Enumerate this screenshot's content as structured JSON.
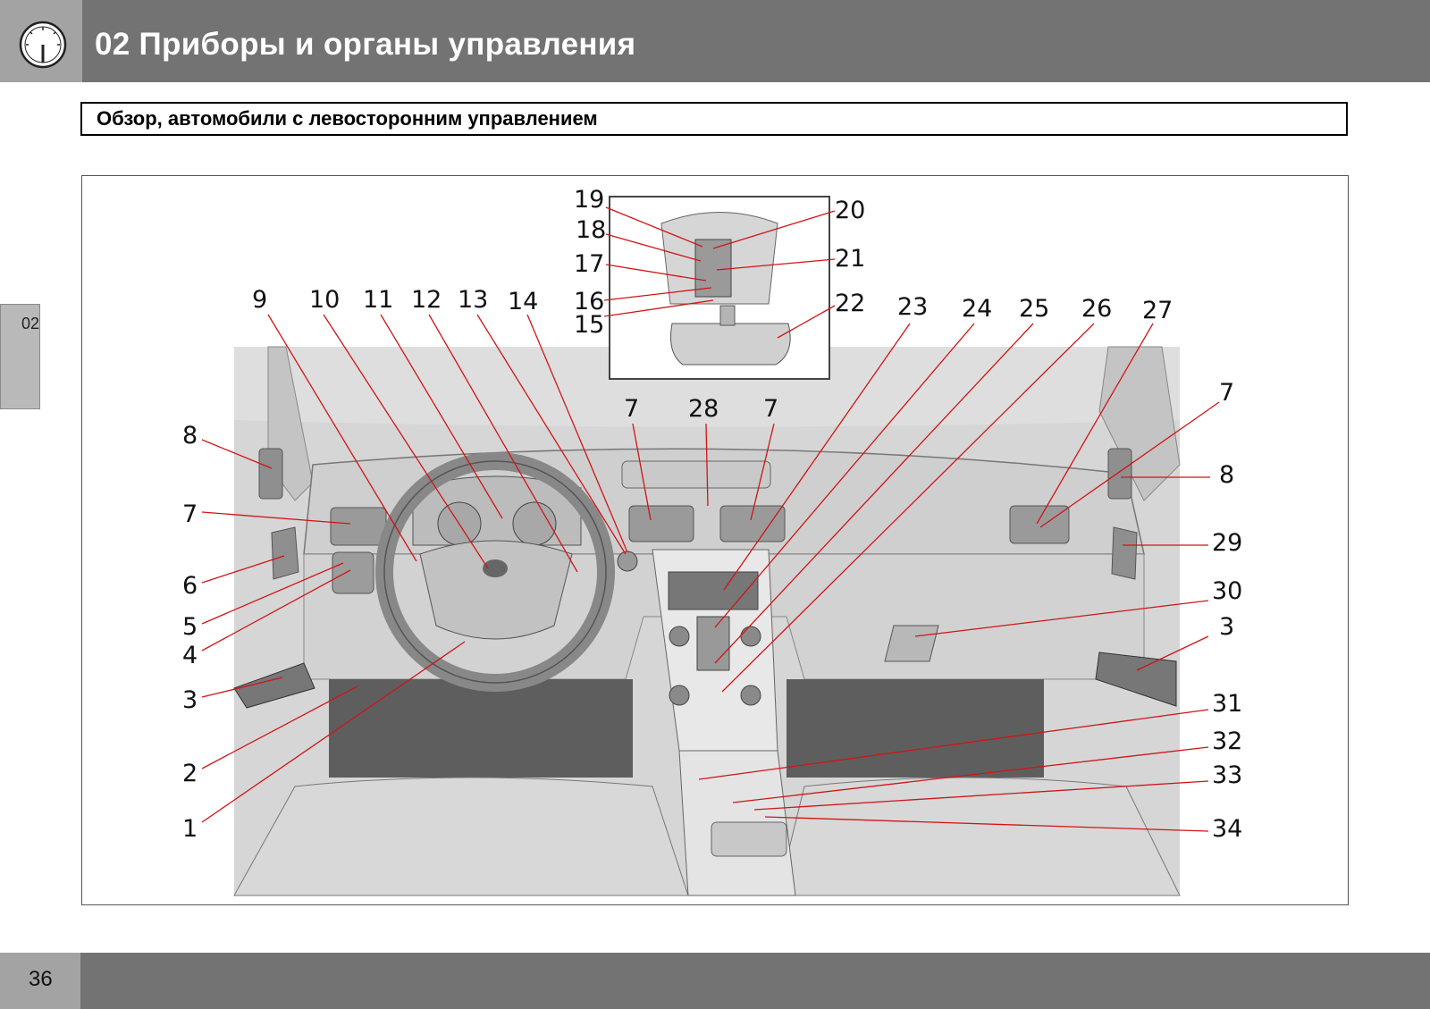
{
  "header": {
    "title": "02 Приборы и органы управления",
    "icon": "gauge-icon"
  },
  "section": {
    "title": "Обзор, автомобили с левосторонним управлением"
  },
  "side_tab": {
    "label": "02"
  },
  "figure": {
    "callouts": [
      "1",
      "2",
      "3",
      "4",
      "5",
      "6",
      "7",
      "8",
      "9",
      "10",
      "11",
      "12",
      "13",
      "14",
      "15",
      "16",
      "17",
      "18",
      "19",
      "20",
      "21",
      "22",
      "23",
      "24",
      "25",
      "26",
      "27",
      "28",
      "29",
      "30",
      "31",
      "32",
      "33",
      "34",
      "7",
      "7",
      "7",
      "8",
      "3"
    ],
    "colors": {
      "leader": "#d01515",
      "floor_mat": "#5e5e5e",
      "cabin": "#d6d6d6"
    }
  },
  "footer": {
    "page_number": "36"
  }
}
